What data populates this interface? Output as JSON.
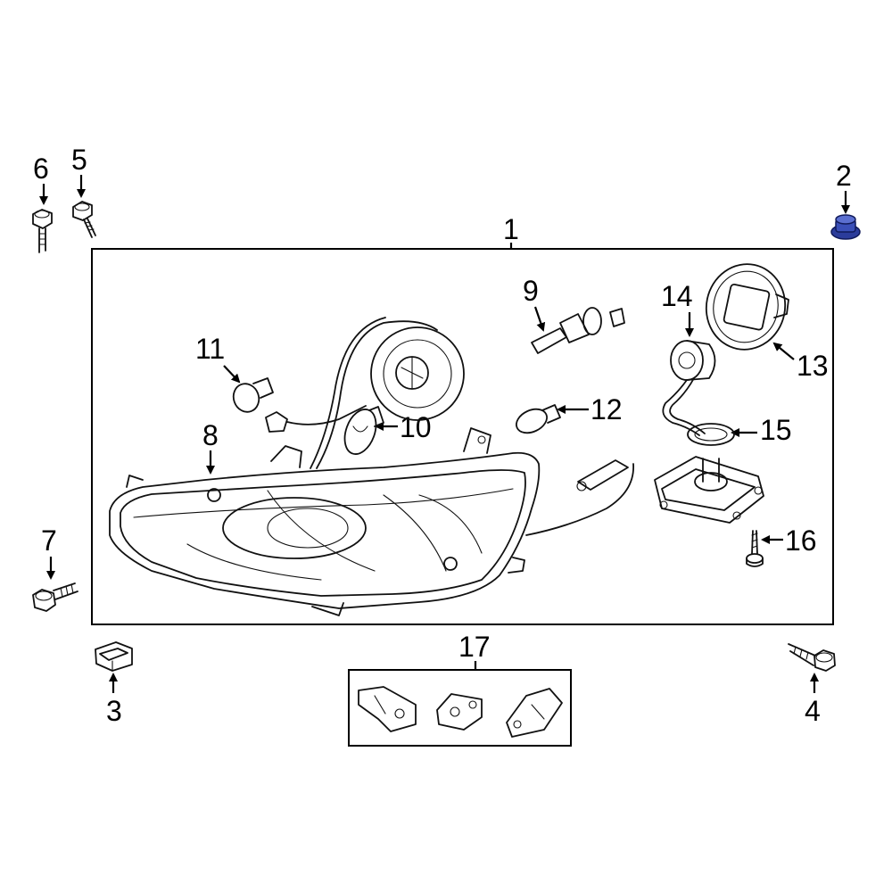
{
  "diagram": {
    "callouts": {
      "c1": "1",
      "c2": "2",
      "c3": "3",
      "c4": "4",
      "c5": "5",
      "c6": "6",
      "c7": "7",
      "c8": "8",
      "c9": "9",
      "c10": "10",
      "c11": "11",
      "c12": "12",
      "c13": "13",
      "c14": "14",
      "c15": "15",
      "c16": "16",
      "c17": "17"
    },
    "highlight_color": "#2b3c9b"
  }
}
